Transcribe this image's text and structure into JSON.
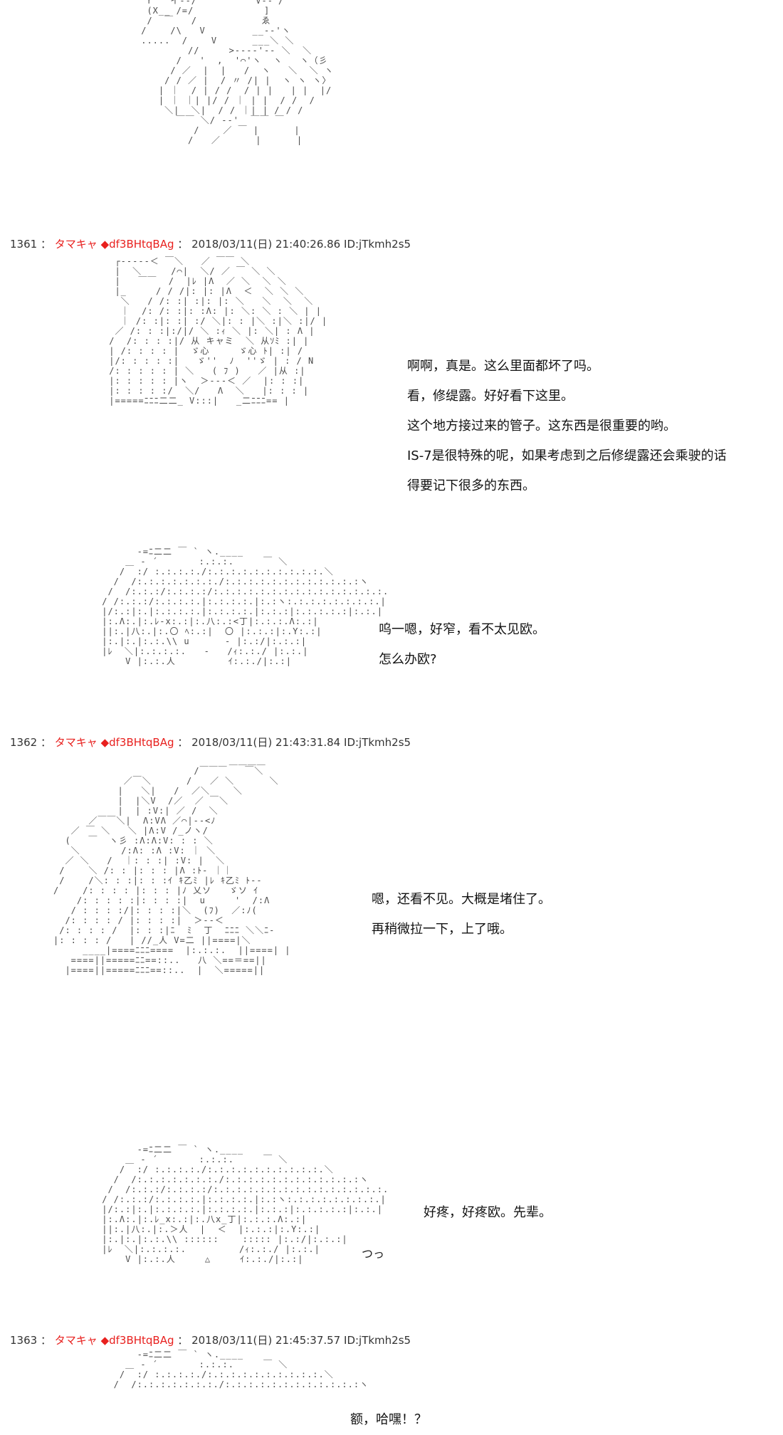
{
  "posts": [
    {
      "number": "1361",
      "name": "タマキャ",
      "trip": "◆df3BHtqBAg",
      "datetime": "2018/03/11(日) 21:40:26.86",
      "id": "ID:jTkmh2s5",
      "dialogs": [
        [
          "啊啊，真是。这么里面都坏了吗。",
          "看，修缇露。好好看下这里。",
          "这个地方接过来的管子。这东西是很重要的哟。",
          "IS-7是很特殊的呢，如果考虑到之后修缇露还会乘驶的话",
          "得要记下很多的东西。"
        ],
        [
          "呜一嗯，好窄，看不太见欧。",
          "怎么办欧?"
        ]
      ]
    },
    {
      "number": "1362",
      "name": "タマキャ",
      "trip": "◆df3BHtqBAg",
      "datetime": "2018/03/11(日) 21:43:31.84",
      "id": "ID:jTkmh2s5",
      "dialogs": [
        [
          "嗯，还看不见。大概是堵住了。",
          "再稍微拉一下，上了哦。"
        ],
        [
          "好疼，好疼欧。先辈。"
        ]
      ],
      "sfx": "つっ"
    },
    {
      "number": "1363",
      "name": "タマキャ",
      "trip": "◆df3BHtqBAg",
      "datetime": "2018/03/11(日) 21:45:37.57",
      "id": "ID:jTkmh2s5",
      "dialogs": [
        [
          "额，哈嘿！？"
        ]
      ]
    }
  ],
  "separator": "："
}
